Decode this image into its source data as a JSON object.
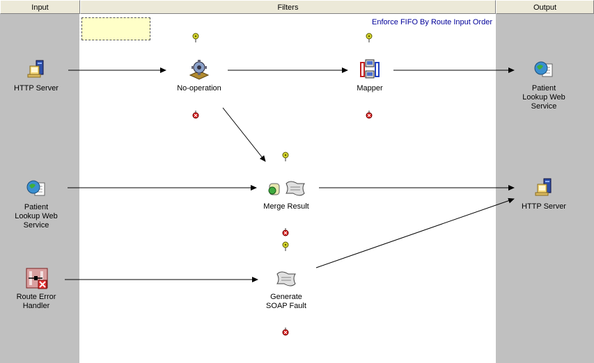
{
  "headers": {
    "input": "Input",
    "filters": "Filters",
    "output": "Output"
  },
  "annotation": "Enforce FIFO By Route Input Order",
  "inputs": [
    {
      "label": "HTTP Server",
      "icon": "http-server-icon"
    },
    {
      "label": "Patient\nLookup Web\nService",
      "icon": "web-service-icon"
    },
    {
      "label": "Route Error\nHandler",
      "icon": "error-handler-icon"
    }
  ],
  "filters": [
    {
      "label": "No-operation",
      "icon": "no-operation-icon"
    },
    {
      "label": "Mapper",
      "icon": "mapper-icon"
    },
    {
      "label": "Merge Result",
      "icon": "merge-result-icon"
    },
    {
      "label": "Generate\nSOAP Fault",
      "icon": "scroll-icon"
    }
  ],
  "outputs": [
    {
      "label": "Patient\nLookup Web\nService",
      "icon": "web-service-icon"
    },
    {
      "label": "HTTP Server",
      "icon": "http-server-icon"
    }
  ],
  "colors": {
    "header": "#ece9d8",
    "side": "#c0c0c0",
    "canvas": "#ffffff",
    "note": "#ffffc8",
    "link": "#000099"
  }
}
